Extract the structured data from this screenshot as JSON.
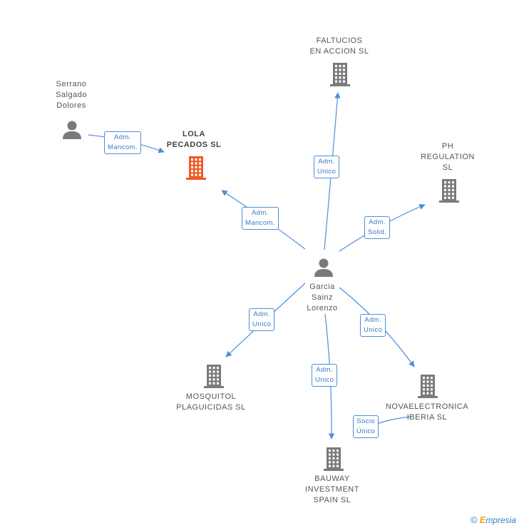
{
  "nodes": {
    "faltucios": {
      "lines": [
        "FALTUCIOS",
        "EN ACCION SL"
      ],
      "type": "company"
    },
    "serrano": {
      "lines": [
        "Serrano",
        "Salgado",
        "Dolores"
      ],
      "type": "person"
    },
    "lola": {
      "lines": [
        "LOLA",
        "PECADOS SL"
      ],
      "type": "company",
      "main": true
    },
    "ph": {
      "lines": [
        "PH",
        "REGULATION",
        "SL"
      ],
      "type": "company"
    },
    "garcia": {
      "lines": [
        "Garcia",
        "Sainz",
        "Lorenzo"
      ],
      "type": "person"
    },
    "mosquitol": {
      "lines": [
        "MOSQUITOL",
        "PLAGUICIDAS SL"
      ],
      "type": "company"
    },
    "novaelectronica": {
      "lines": [
        "NOVAELECTRONICA",
        "IBERIA SL"
      ],
      "type": "company"
    },
    "bauway": {
      "lines": [
        "BAUWAY",
        "INVESTMENT",
        "SPAIN SL"
      ],
      "type": "company"
    }
  },
  "edges": [
    {
      "id": "serrano-lola",
      "lines": [
        "Adm.",
        "Mancom."
      ]
    },
    {
      "id": "garcia-lola",
      "lines": [
        "Adm.",
        "Mancom."
      ]
    },
    {
      "id": "garcia-faltucios",
      "lines": [
        "Adm.",
        "Unico"
      ]
    },
    {
      "id": "garcia-ph",
      "lines": [
        "Adm.",
        "Solid."
      ]
    },
    {
      "id": "garcia-mosquitol",
      "lines": [
        "Adm.",
        "Unico"
      ]
    },
    {
      "id": "garcia-bauway",
      "lines": [
        "Adm.",
        "Unico"
      ]
    },
    {
      "id": "garcia-nova",
      "lines": [
        "Adm.",
        "Unico"
      ]
    },
    {
      "id": "nova-bauway",
      "lines": [
        "Socio",
        "Único"
      ]
    }
  ],
  "colors": {
    "edge": "#4a90d9",
    "company": "#7a7a7a",
    "main_company": "#f05a28",
    "person": "#7a7a7a"
  },
  "footer": {
    "copyright": "©",
    "brand_first": "E",
    "brand_rest": "mpresia"
  }
}
